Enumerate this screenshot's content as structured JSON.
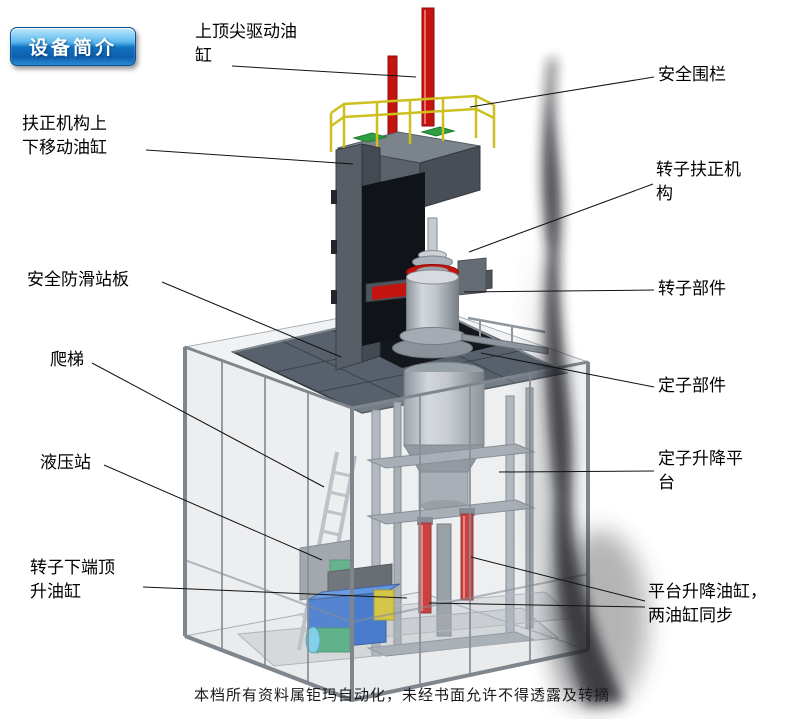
{
  "badge": {
    "label": "设备简介"
  },
  "watermark": "本档所有资料属钜玛自动化，未经书面允许不得透露及转摘",
  "colors": {
    "accent_red": "#c41410",
    "badge_blue": "#1173c2",
    "railing_yellow": "#cdbf1e",
    "hydraulic_blue": "#1f5fc6",
    "platform_gray": "#58616b"
  },
  "labels": [
    {
      "name": "top-spindle-drive-cylinder",
      "text": "上顶尖驱动油\n缸"
    },
    {
      "name": "safety-fence",
      "text": "安全围栏"
    },
    {
      "name": "centering-updown-cylinder",
      "text": "扶正机构上\n下移动油缸"
    },
    {
      "name": "rotor-centering-mechanism",
      "text": "转子扶正机\n构"
    },
    {
      "name": "anti-slip-platform",
      "text": "安全防滑站板"
    },
    {
      "name": "rotor-component",
      "text": "转子部件"
    },
    {
      "name": "ladder",
      "text": "爬梯"
    },
    {
      "name": "stator-component",
      "text": "定子部件"
    },
    {
      "name": "hydraulic-station",
      "text": "液压站"
    },
    {
      "name": "stator-lifting-platform",
      "text": "定子升降平\n台"
    },
    {
      "name": "rotor-bottom-jack-cylinder",
      "text": "转子下端顶\n升油缸"
    },
    {
      "name": "platform-lift-cylinders",
      "text": "平台升降油缸，\n两油缸同步"
    }
  ]
}
